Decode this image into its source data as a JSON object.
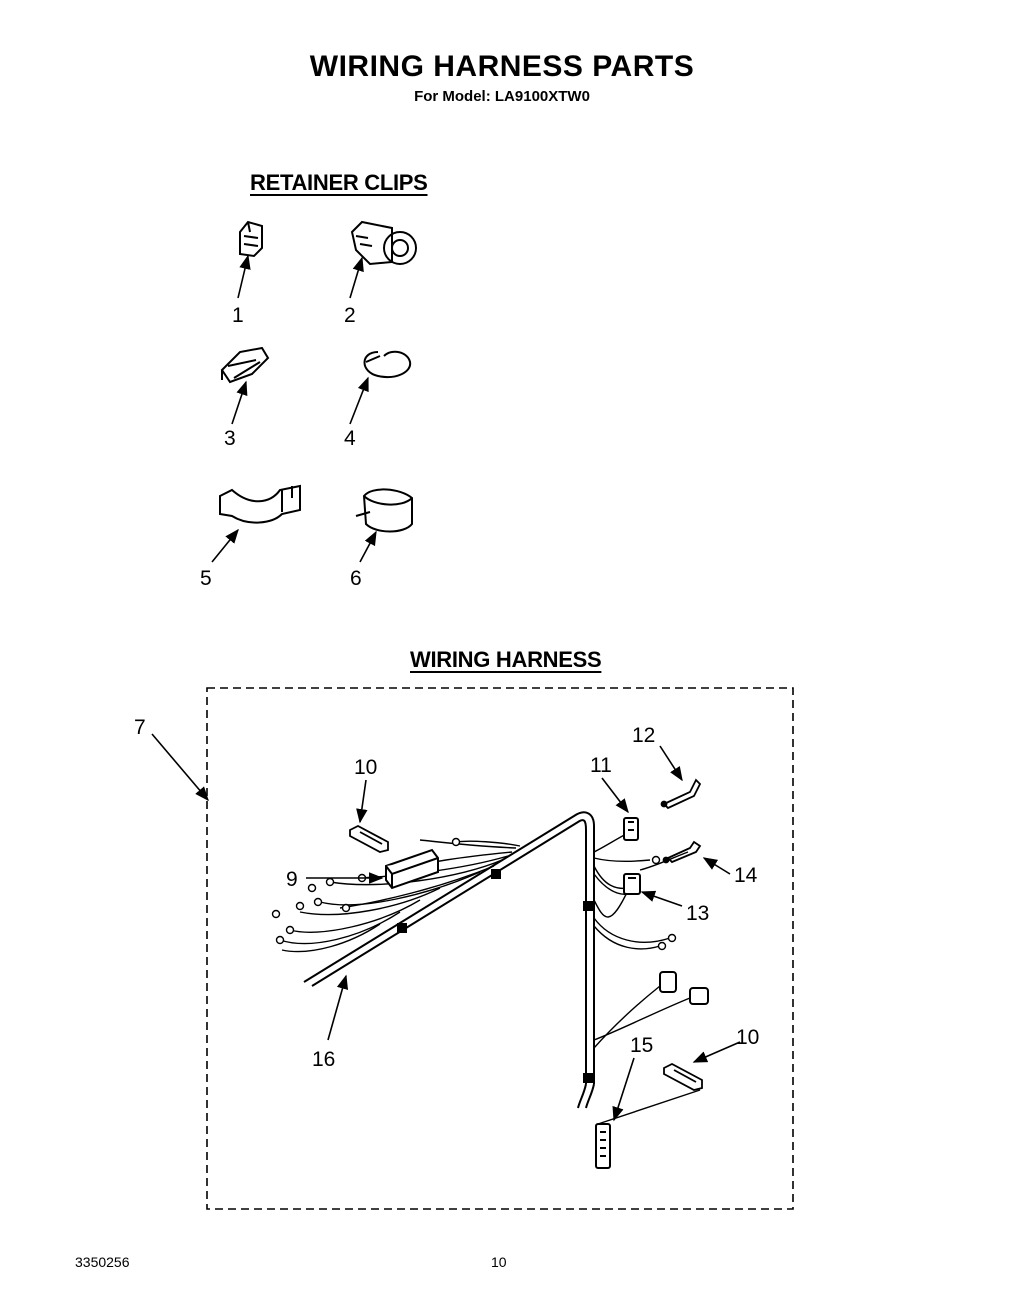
{
  "header": {
    "title": "WIRING HARNESS PARTS",
    "subtitle": "For Model: LA9100XTW0"
  },
  "sections": {
    "retainer_clips_heading": "RETAINER CLIPS",
    "wiring_harness_heading": "WIRING HARNESS"
  },
  "retainer_clip_callouts": [
    "1",
    "2",
    "3",
    "4",
    "5",
    "6"
  ],
  "harness_callouts": {
    "c7": "7",
    "c9": "9",
    "c10a": "10",
    "c10b": "10",
    "c11": "11",
    "c12": "12",
    "c13": "13",
    "c14": "14",
    "c15": "15",
    "c16": "16"
  },
  "footer": {
    "doc_number": "3350256",
    "page_number": "10"
  }
}
